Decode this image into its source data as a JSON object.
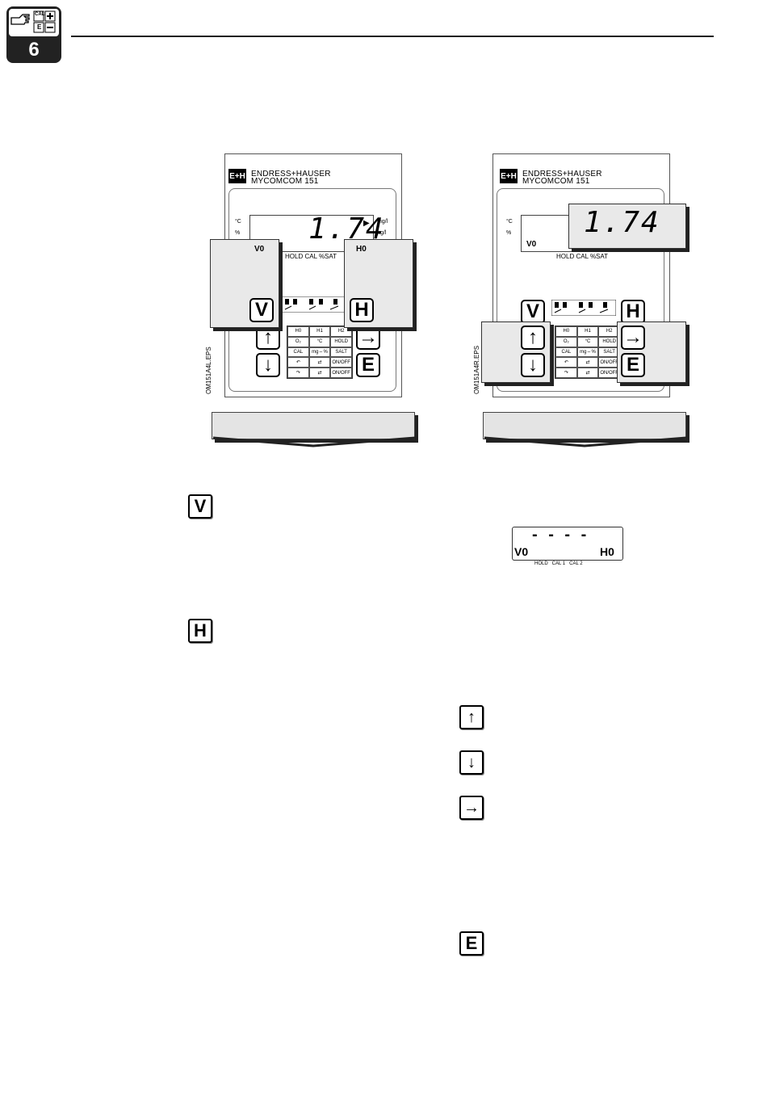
{
  "header": {
    "chapter_number": "6",
    "icon_labels": {
      "cal": "CAL",
      "e": "E"
    }
  },
  "device": {
    "brand_line1": "ENDRESS+HAUSER",
    "brand_line2": "MYCOMCOM 151",
    "logo": "E+H",
    "display_value": "1.74",
    "unit_mg": "mg/l",
    "unit_ug": "µg/l",
    "unit_c": "°C",
    "unit_pct": "%",
    "status_row": "HOLD  CAL  %SAT",
    "field_v": "V0",
    "field_h": "H0",
    "grid": {
      "header": [
        "H0",
        "H1",
        "H2"
      ],
      "row1": [
        "O₂",
        "°C",
        "HOLD"
      ],
      "row2": [
        "CAL",
        "mg⇔%",
        "SALT"
      ],
      "row3_a": "ON/OFF",
      "row4_a": "ON/OFF"
    }
  },
  "figure_left_label": "OM151A4L.EPS",
  "figure_right_label": "OM151A4R.EPS",
  "key_labels": {
    "v": "V",
    "h": "H",
    "e": "E",
    "up": "↑",
    "down": "↓",
    "right": "→"
  },
  "mini_display": {
    "dashes": "- - - -",
    "left": "V0",
    "right": "H0",
    "legend": "HOLD   CAL 1   CAL 2"
  },
  "icons": [
    "hand-pointer-icon",
    "plus-icon",
    "minus-icon",
    "arrow-up-icon",
    "arrow-down-icon",
    "arrow-right-icon"
  ]
}
